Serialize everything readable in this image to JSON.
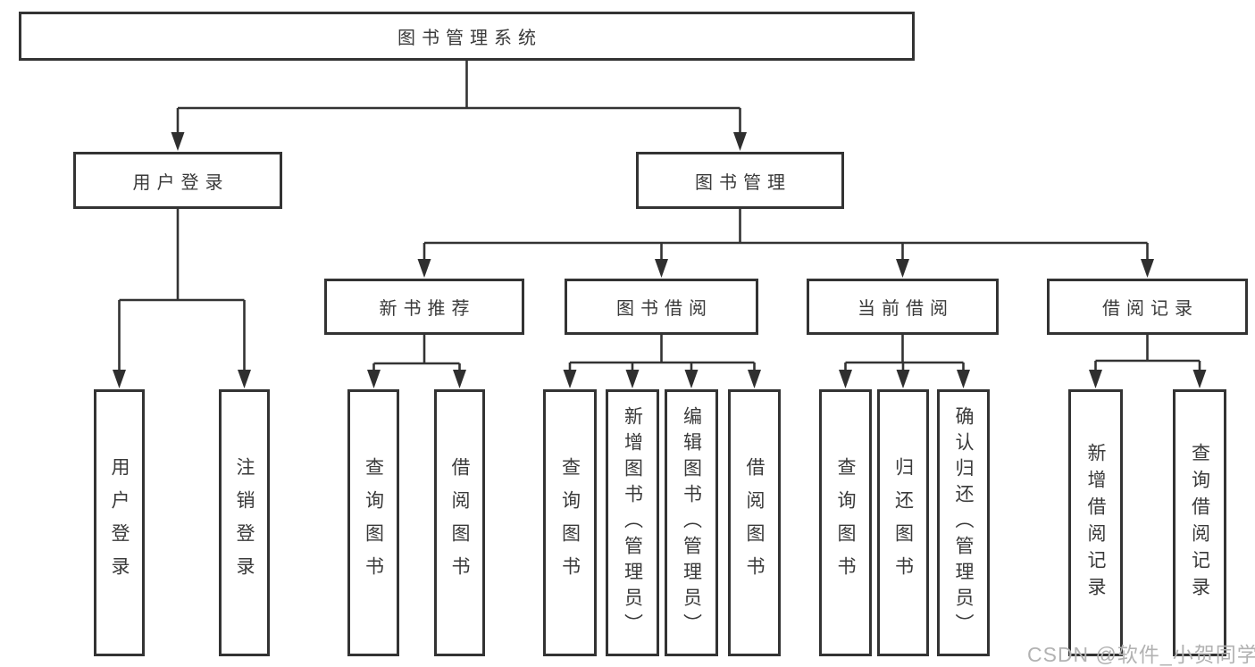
{
  "tree": {
    "root": "图书管理系统",
    "children": [
      {
        "label": "用户登录",
        "children": [
          "用户登录",
          "注销登录"
        ]
      },
      {
        "label": "图书管理",
        "children": [
          {
            "label": "新书推荐",
            "children": [
              "查询图书",
              "借阅图书"
            ]
          },
          {
            "label": "图书借阅",
            "children": [
              "查询图书",
              "新增图书（管理员）",
              "编辑图书（管理员）",
              "借阅图书"
            ]
          },
          {
            "label": "当前借阅",
            "children": [
              "查询图书",
              "归还图书",
              "确认归还（管理员）"
            ]
          },
          {
            "label": "借阅记录",
            "children": [
              "新增借阅记录",
              "查询借阅记录"
            ]
          }
        ]
      }
    ]
  },
  "watermark": "CSDN @软件_小贺同学",
  "colors": {
    "box_border": "#333333",
    "line": "#333333",
    "arrow": "#2f2f2f",
    "text": "#3a3a3a",
    "watermark": "#b2b2b2",
    "background": "#ffffff"
  }
}
